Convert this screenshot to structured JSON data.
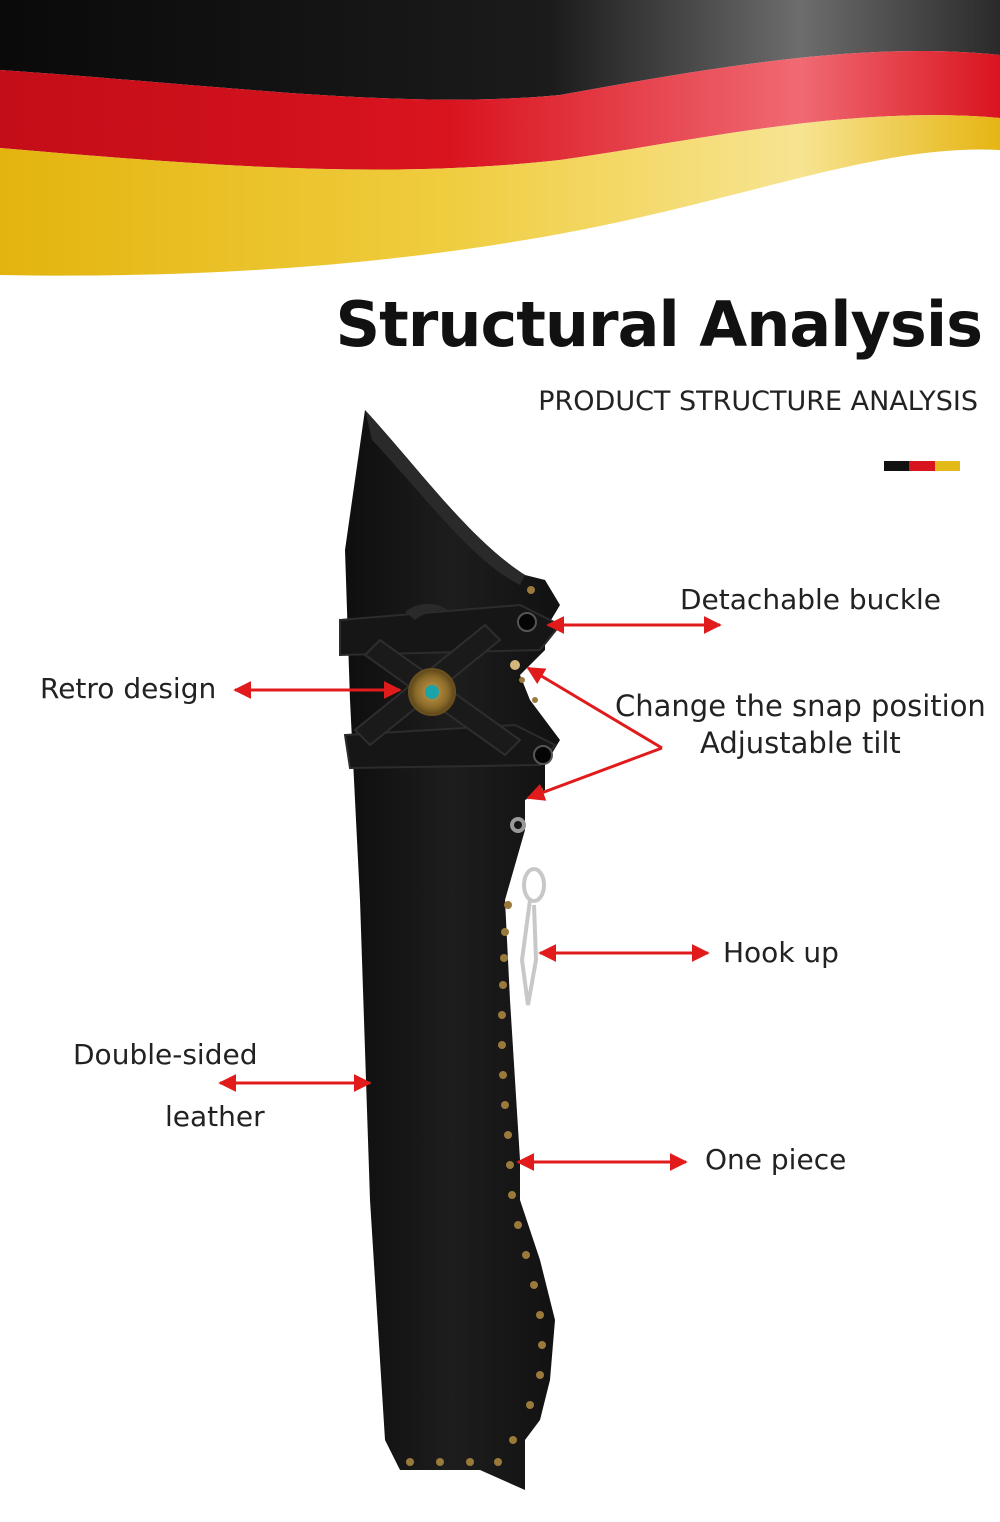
{
  "header": {
    "title": "Structural Analysis",
    "subtitle": "PRODUCT STRUCTURE ANALYSIS"
  },
  "colors": {
    "flag_black": "#111111",
    "flag_red": "#d8141f",
    "flag_gold": "#e2b916",
    "arrow_red": "#e11b1b",
    "leather": "#141414",
    "rivet": "#9a7a3a"
  },
  "labels": {
    "detachable_buckle": "Detachable buckle",
    "retro_design": "Retro design",
    "change_snap_position": "Change the snap position",
    "adjustable_tilt": "Adjustable tilt",
    "hook_up": "Hook up",
    "double_sided_1": "Double-sided",
    "double_sided_2": "leather",
    "one_piece": "One piece"
  }
}
